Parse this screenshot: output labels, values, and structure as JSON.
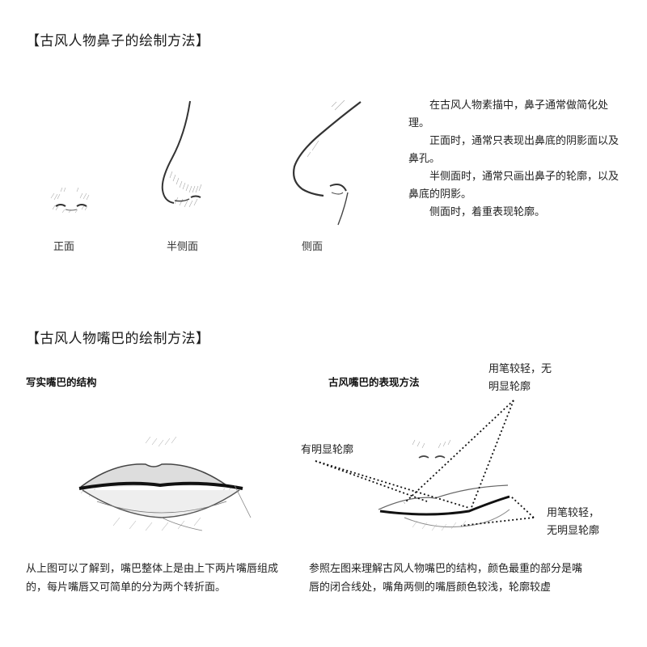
{
  "nose_section": {
    "heading": "【古风人物鼻子的绘制方法】",
    "captions": [
      "正面",
      "半侧面",
      "侧面"
    ],
    "paragraphs": [
      "在古风人物素描中，鼻子通常做简化处理。",
      "正面时，通常只表现出鼻底的阴影面以及鼻孔。",
      "半侧面时，通常只画出鼻子的轮廓，以及鼻底的阴影。",
      "侧面时，着重表现轮廓。"
    ]
  },
  "mouth_section": {
    "heading": "【古风人物嘴巴的绘制方法】",
    "left_subtitle": "写实嘴巴的结构",
    "right_subtitle": "古风嘴巴的表现方法",
    "annotations": {
      "light_pen_top": [
        "用笔较轻，无",
        "明显轮廓"
      ],
      "clear_outline": "有明显轮廓",
      "light_pen_right": [
        "用笔较轻，",
        "无明显轮廓"
      ]
    },
    "left_text": "从上图可以了解到，嘴巴整体上是由上下两片嘴唇组成的，每片嘴唇又可简单的分为两个转折面。",
    "right_text": "参照左图来理解古风人物嘴巴的结构，颜色最重的部分是嘴唇的闭合线处，嘴角两侧的嘴唇颜色较浅，轮廓较虚"
  }
}
